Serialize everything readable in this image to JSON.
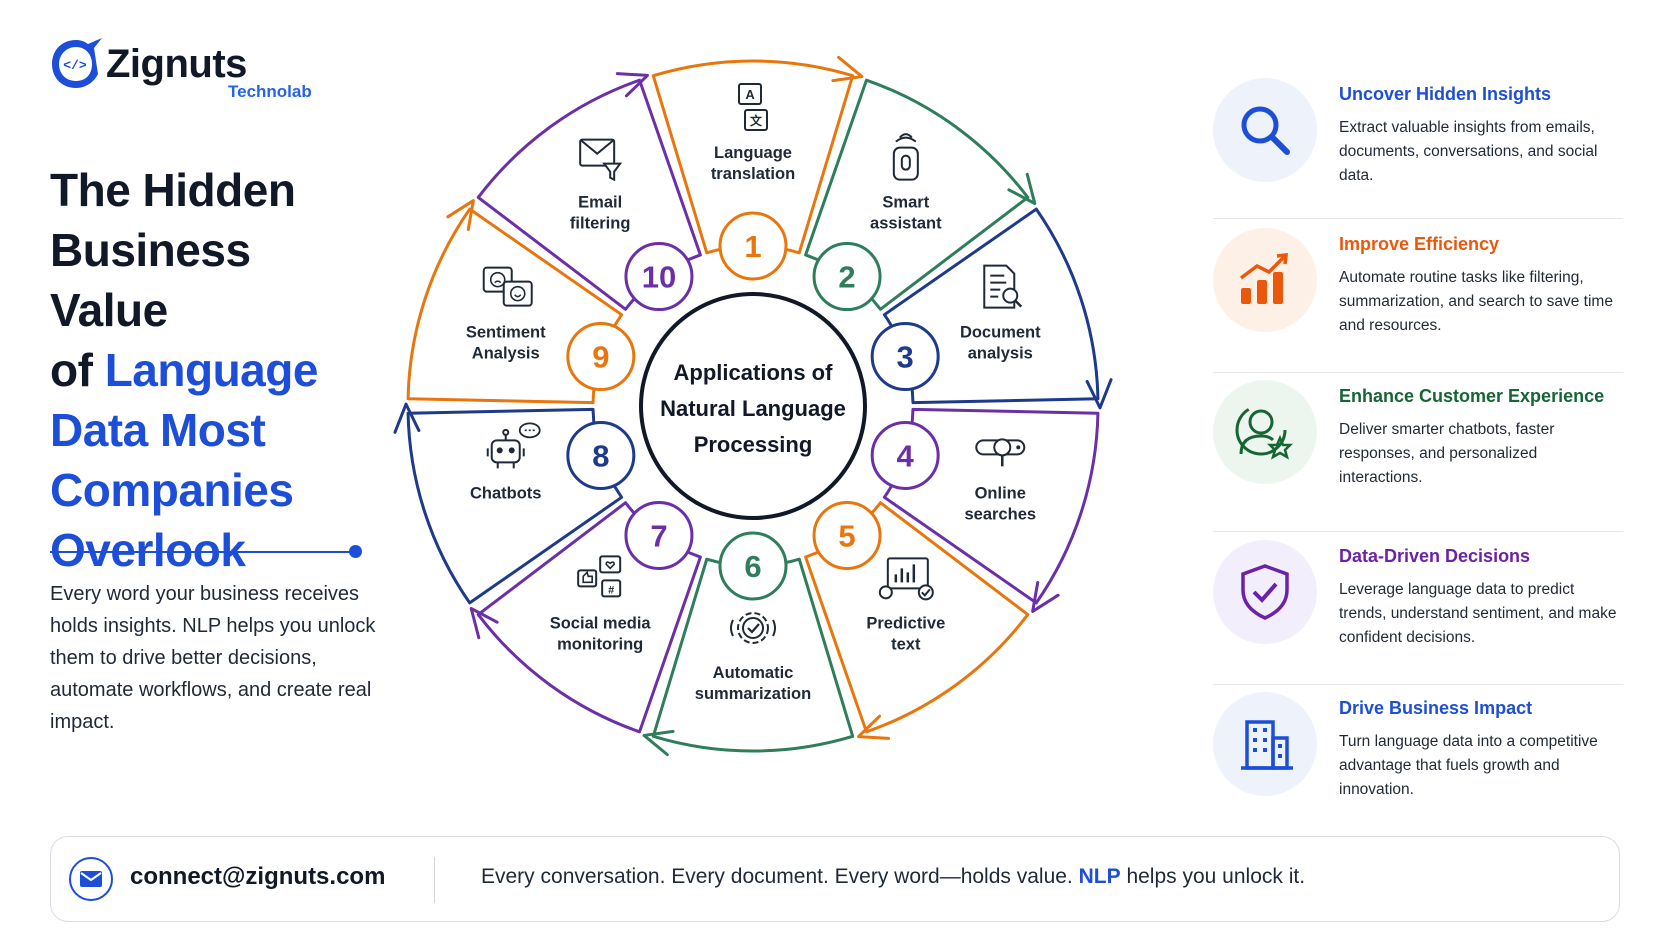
{
  "brand": {
    "name": "Zignuts",
    "sub": "Technolab"
  },
  "headline": {
    "line1": "The Hidden",
    "line2": "Business Value",
    "line3_dark": "of",
    "line3_accent": "Language",
    "line4": "Data Most",
    "line5": "Companies",
    "line6": "Overlook"
  },
  "intro": "Every word your business receives holds insights. NLP helps you unlock them to drive better decisions, automate workflows, and create real impact.",
  "diagram": {
    "center": [
      "Applications of",
      "Natural Language",
      "Processing"
    ],
    "segments": [
      {
        "num": "1",
        "label": [
          "Language",
          "translation"
        ],
        "color": "#e8760c",
        "icon": "translate-icon"
      },
      {
        "num": "2",
        "label": [
          "Smart",
          "assistant"
        ],
        "color": "#2e7d5b",
        "icon": "smart-speaker-icon"
      },
      {
        "num": "3",
        "label": [
          "Document",
          "analysis"
        ],
        "color": "#1e3a8a",
        "icon": "document-search-icon"
      },
      {
        "num": "4",
        "label": [
          "Online",
          "searches"
        ],
        "color": "#6b2fa8",
        "icon": "search-bar-icon"
      },
      {
        "num": "5",
        "label": [
          "Predictive",
          "text"
        ],
        "color": "#e8760c",
        "icon": "predictive-chart-icon"
      },
      {
        "num": "6",
        "label": [
          "Automatic",
          "summarization"
        ],
        "color": "#2e7d5b",
        "icon": "gear-check-icon"
      },
      {
        "num": "7",
        "label": [
          "Social media",
          "monitoring"
        ],
        "color": "#6b2fa8",
        "icon": "social-icons-icon"
      },
      {
        "num": "8",
        "label": [
          "Chatbots"
        ],
        "color": "#1e3a8a",
        "icon": "robot-icon"
      },
      {
        "num": "9",
        "label": [
          "Sentiment",
          "Analysis"
        ],
        "color": "#e8760c",
        "icon": "sentiment-faces-icon"
      },
      {
        "num": "10",
        "label": [
          "Email",
          "filtering"
        ],
        "color": "#6b2fa8",
        "icon": "email-filter-icon"
      }
    ]
  },
  "benefits": [
    {
      "title": "Uncover Hidden Insights",
      "desc": "Extract valuable insights from emails, documents, conversations, and social data.",
      "color": "#1d4ed8",
      "bg": "#eef2fb",
      "icon": "magnifier-icon"
    },
    {
      "title": "Improve Efficiency",
      "desc": "Automate routine tasks like filtering, summarization, and search to save time and resources.",
      "color": "#ea580c",
      "bg": "#fdf0e7",
      "icon": "growth-chart-icon"
    },
    {
      "title": "Enhance Customer Experience",
      "desc": "Deliver smarter chatbots, faster responses, and personalized interactions.",
      "color": "#166534",
      "bg": "#ecf6ef",
      "icon": "user-star-icon"
    },
    {
      "title": "Data-Driven Decisions",
      "desc": "Leverage language data to predict trends, understand sentiment, and make confident decisions.",
      "color": "#6b21a8",
      "bg": "#f3eefb",
      "icon": "shield-check-icon"
    },
    {
      "title": "Drive Business Impact",
      "desc": "Turn language data into a competitive advantage that fuels growth and innovation.",
      "color": "#1d4ed8",
      "bg": "#eef2fb",
      "icon": "building-icon"
    }
  ],
  "footer": {
    "email": "connect@zignuts.com",
    "tagline_pre": "Every conversation. Every document. Every word—holds value.",
    "tagline_highlight": "NLP",
    "tagline_post": "helps you unlock it."
  }
}
